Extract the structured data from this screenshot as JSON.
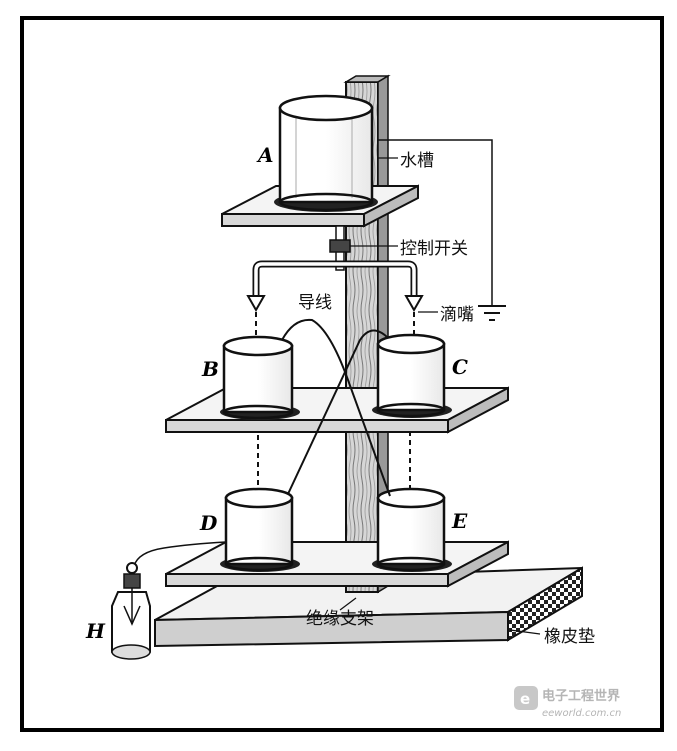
{
  "labels": {
    "A": "A",
    "B": "B",
    "C": "C",
    "D": "D",
    "E": "E",
    "H": "H",
    "water_tank": "水槽",
    "control_switch": "控制开关",
    "nozzle": "滴嘴",
    "wire": "导线",
    "insulating_support": "绝缘支架",
    "rubber_pad": "橡皮垫"
  },
  "watermark": {
    "line1": "电子工程世界",
    "line2": "eeworld.com.cn"
  },
  "colors": {
    "ink": "#111111",
    "wood": "#d9d9d9",
    "wood_dark": "#555555",
    "watermark": "#bfbfbf"
  },
  "icons": {
    "ground": "ground-symbol",
    "watermark_logo": "eeworld-logo"
  }
}
